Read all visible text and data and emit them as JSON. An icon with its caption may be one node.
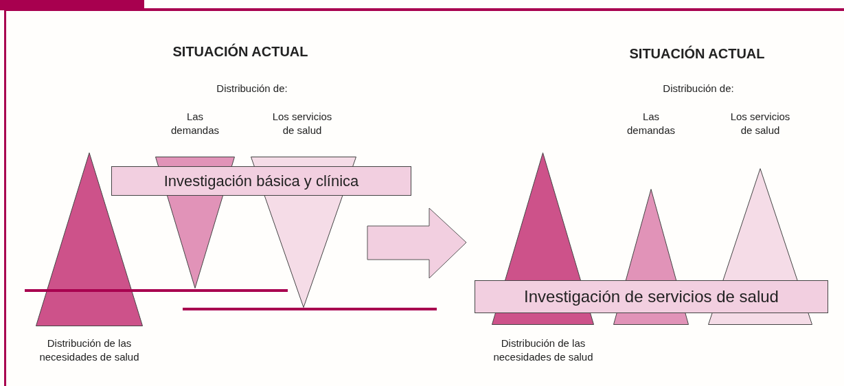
{
  "diagram": {
    "nodes": [
      {
        "text": [
          "Investigación básica y clínica"
        ]
      },
      {
        "text": [
          "Investigación de servicios de salud"
        ]
      }
    ],
    "labels": [
      "SITUACIÓN ACTUAL",
      "Distribución de:",
      "Las demandas",
      "Los servicios de salud",
      "Distribución de las necesidades de salud",
      "SITUACIÓN ACTUAL",
      "Distribución de:",
      "Las demandas",
      "Los servicios de salud",
      "Distribución de las necesidades de salud"
    ]
  }
}
